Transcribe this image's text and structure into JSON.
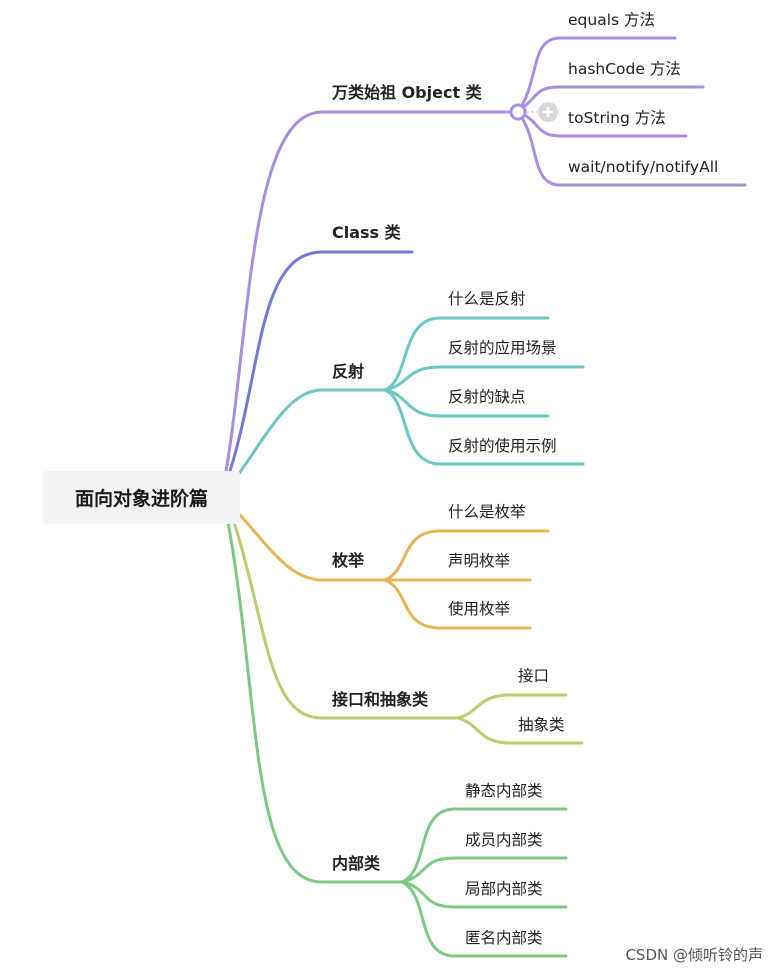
{
  "root": "面向对象进阶篇",
  "branches": [
    {
      "label": "万类始祖 Object 类",
      "color": "#a88de0",
      "children": [
        "equals 方法",
        "hashCode 方法",
        "toString 方法",
        "wait/notify/notifyAll"
      ]
    },
    {
      "label": "Class 类",
      "color": "#6f7bd6",
      "children": []
    },
    {
      "label": "反射",
      "color": "#6cc6c2",
      "children": [
        "什么是反射",
        "反射的应用场景",
        "反射的缺点",
        "反射的使用示例"
      ]
    },
    {
      "label": "枚举",
      "color": "#e5b553",
      "children": [
        "什么是枚举",
        "声明枚举",
        "使用枚举"
      ]
    },
    {
      "label": "接口和抽象类",
      "color": "#b9cc6e",
      "children": [
        "接口",
        "抽象类"
      ]
    },
    {
      "label": "内部类",
      "color": "#7cc884",
      "children": [
        "静态内部类",
        "成员内部类",
        "局部内部类",
        "匿名内部类"
      ]
    }
  ],
  "watermark": "CSDN @倾听铃的声"
}
